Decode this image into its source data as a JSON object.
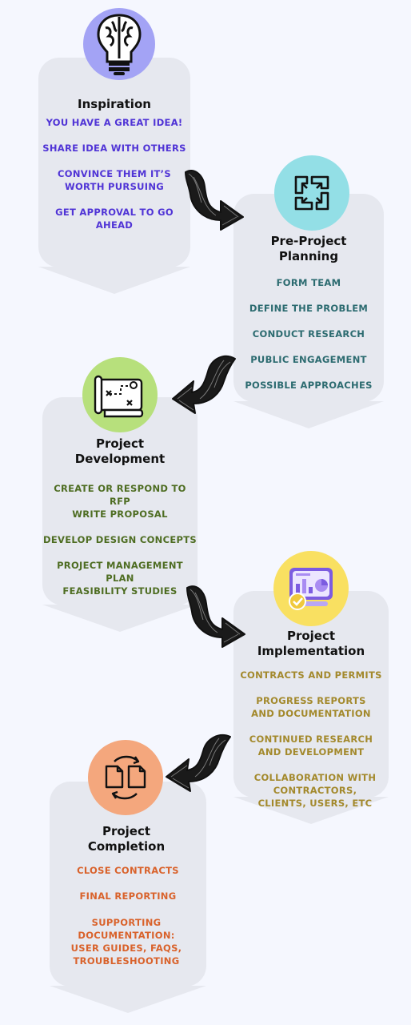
{
  "stages": [
    {
      "title": "Inspiration",
      "icon": "brain-lightbulb-icon",
      "circle_color": "#a3a3f5",
      "text_color": "#5034d6",
      "items": [
        "YOU HAVE A GREAT IDEA!",
        "SHARE IDEA WITH OTHERS",
        "CONVINCE THEM IT’S WORTH PURSUING",
        "GET APPROVAL TO GO AHEAD"
      ]
    },
    {
      "title": "Pre-Project Planning",
      "icon": "team-hands-icon",
      "circle_color": "#93dfe6",
      "text_color": "#2c6b70",
      "items": [
        "FORM TEAM",
        "DEFINE THE PROBLEM",
        "CONDUCT RESEARCH",
        "PUBLIC ENGAGEMENT",
        "POSSIBLE APPROACHES"
      ]
    },
    {
      "title": "Project Development",
      "icon": "blueprint-map-icon",
      "circle_color": "#b7e07c",
      "text_color": "#4e6d22",
      "items": [
        "CREATE OR RESPOND TO RFP",
        "WRITE PROPOSAL",
        "DEVELOP DESIGN CONCEPTS",
        "PROJECT MANAGEMENT PLAN",
        "FEASIBILITY STUDIES"
      ]
    },
    {
      "title": "Project Implementation",
      "icon": "dashboard-chart-icon",
      "circle_color": "#f9e061",
      "text_color": "#a3892c",
      "items": [
        "CONTRACTS AND PERMITS",
        "PROGRESS REPORTS AND DOCUMENTATION",
        "CONTINUED RESEARCH AND DEVELOPMENT",
        "COLLABORATION WITH CONTRACTORS, CLIENTS, USERS, ETC"
      ]
    },
    {
      "title": "Project Completion",
      "icon": "document-cycle-icon",
      "circle_color": "#f4a77d",
      "text_color": "#d9622b",
      "items": [
        "CLOSE CONTRACTS",
        "FINAL REPORTING",
        "SUPPORTING DOCUMENTATION: USER GUIDES, FAQS, TROUBLESHOOTING"
      ]
    }
  ]
}
